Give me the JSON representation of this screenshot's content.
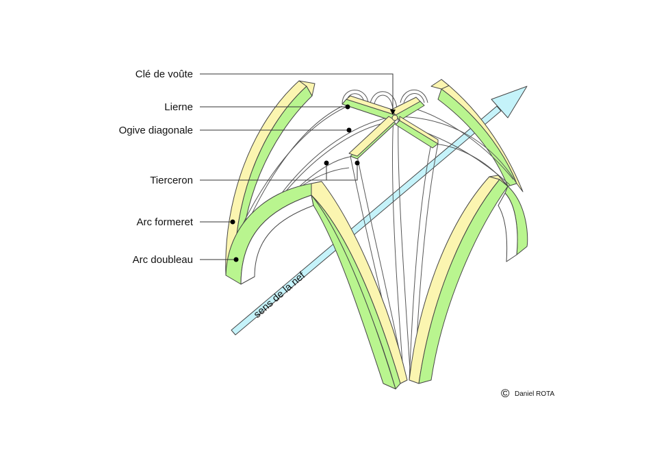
{
  "labels": {
    "cle_de_voute": "Clé de voûte",
    "lierne": "Lierne",
    "ogive_diagonale": "Ogive diagonale",
    "tierceron": "Tierceron",
    "arc_formeret": "Arc formeret",
    "arc_doubleau": "Arc doubleau"
  },
  "axis_label": "sens de la nef",
  "credit": {
    "symbol": "©",
    "author": "Daniel ROTA"
  },
  "colors": {
    "green_face": "#b9f58f",
    "yellow_face": "#fbf5b0",
    "arrow": "#c5f3fa"
  }
}
